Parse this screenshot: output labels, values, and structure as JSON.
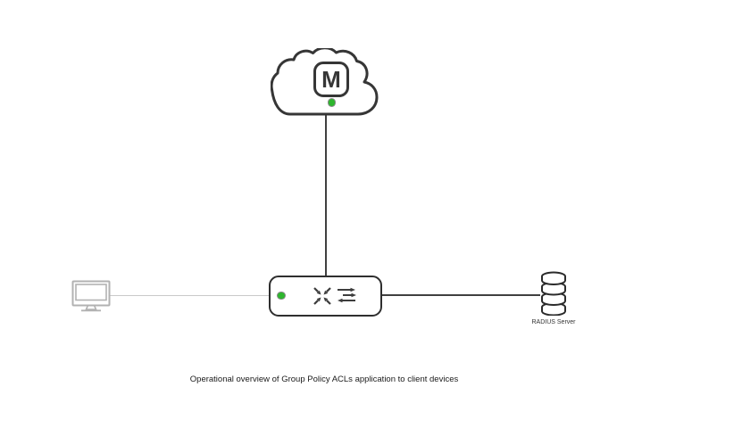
{
  "diagram": {
    "caption": "Operational overview of Group Policy ACLs application to client devices",
    "cloud": {
      "icon": "cloud-icon",
      "logo_letter": "M",
      "status": "online"
    },
    "switch": {
      "icon": "switch-crossed-arrows-icon",
      "secondary_icon": "transfer-arrows-icon",
      "status": "online"
    },
    "client": {
      "icon": "desktop-monitor-icon"
    },
    "radius_server": {
      "icon": "database-icon",
      "label": "RADIUS Server"
    },
    "connections": [
      "cloud-to-switch",
      "client-to-switch",
      "switch-to-radius-server"
    ]
  },
  "colors": {
    "background": "#ffffff",
    "outline_dark": "#363636",
    "monitor_gray": "#b2b2b2",
    "line_light_gray": "#c9c9c9",
    "line_dark": "#404040",
    "status_green": "#2eb62e",
    "caption_text": "#1a1a1a"
  }
}
